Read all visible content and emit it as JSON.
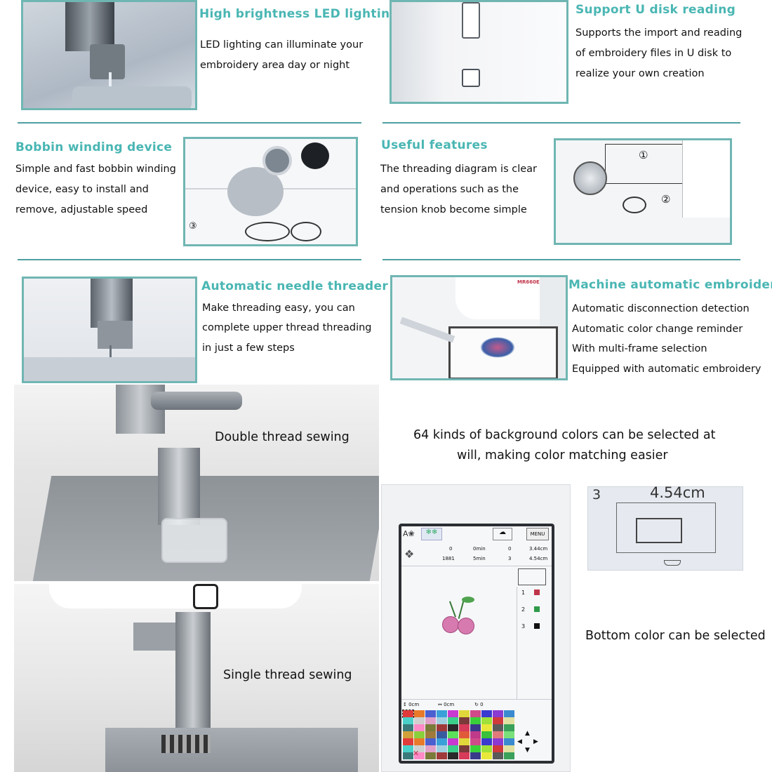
{
  "features": {
    "led": {
      "title": "High brightness LED lighting",
      "lines": [
        "LED lighting can illuminate your",
        "embroidery area day or night"
      ]
    },
    "udisk": {
      "title": "Support U disk reading",
      "lines": [
        "Supports the import and reading",
        "of embroidery files in U disk to",
        "realize your own creation"
      ]
    },
    "bobbin": {
      "title": "Bobbin winding device",
      "lines": [
        "Simple and fast bobbin winding",
        "device, easy to install and",
        "remove, adjustable speed"
      ],
      "step": "③"
    },
    "useful": {
      "title": "Useful features",
      "lines": [
        "The threading diagram is clear",
        "and operations such as the",
        "tension knob become simple"
      ],
      "step1": "①",
      "step2": "②"
    },
    "threader": {
      "title": "Automatic needle threader",
      "lines": [
        "Make threading easy, you can",
        "complete upper thread threading",
        "in just a few steps"
      ]
    },
    "embroidery": {
      "title": "Machine automatic embroidery",
      "lines": [
        "Automatic disconnection detection",
        "Automatic color change reminder",
        "With multi-frame selection",
        "Equipped with automatic embroidery"
      ],
      "brand": "MR660E"
    }
  },
  "captions": {
    "double": "Double thread sewing",
    "single": "Single thread sewing",
    "colors_line1": "64 kinds of background colors can be selected at",
    "colors_line2": "will, making color matching easier",
    "bottom": "Bottom color can be selected"
  },
  "zoom": {
    "index": "3",
    "value": "4.54cm"
  },
  "screen": {
    "count_top": "0",
    "count_bottom": "1881",
    "time_top": "0min",
    "time_bottom": "5min",
    "frame_top": "0",
    "frame_bottom": "3",
    "width": "3.44cm",
    "height": "4.54cm",
    "menu": "MENU",
    "colors": [
      {
        "n": "1",
        "c": "#c0344a"
      },
      {
        "n": "2",
        "c": "#2e9a4a"
      },
      {
        "n": "3",
        "c": "#111111"
      }
    ],
    "x_label": "0cm",
    "y_label": "0cm",
    "rot_label": "0",
    "close": "✕"
  }
}
